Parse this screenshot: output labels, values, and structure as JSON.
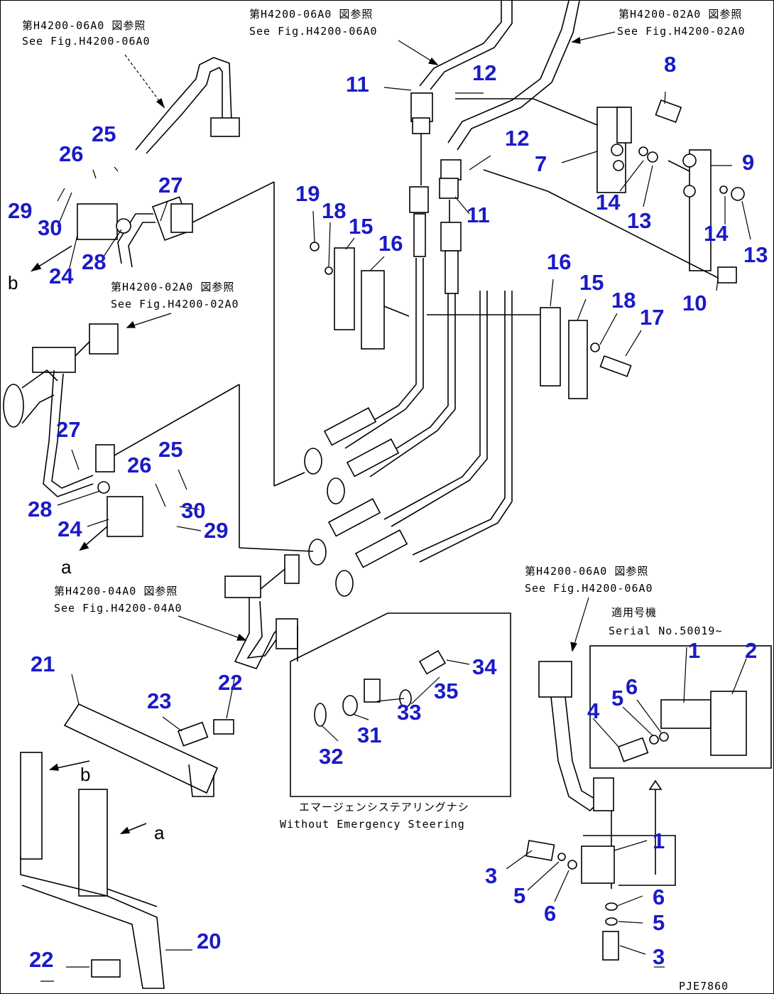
{
  "refs": [
    {
      "jp": "第H4200-06A0 図参照",
      "en": "See Fig.H4200-06A0"
    },
    {
      "jp": "第H4200-06A0 図参照",
      "en": "See Fig.H4200-06A0"
    },
    {
      "jp": "第H4200-02A0 図参照",
      "en": "See Fig.H4200-02A0"
    },
    {
      "jp": "第H4200-02A0 図参照",
      "en": "See Fig.H4200-02A0"
    },
    {
      "jp": "第H4200-04A0 図参照",
      "en": "See Fig.H4200-04A0"
    },
    {
      "jp": "第H4200-06A0 図参照",
      "en": "See Fig.H4200-06A0"
    }
  ],
  "serial": {
    "jp": "適用号機",
    "en": "Serial No.50019~"
  },
  "without_es": {
    "jp": "エマージェンシステアリングナシ",
    "en": "Without Emergency Steering"
  },
  "letters": {
    "a": "a",
    "b": "b"
  },
  "drawing_code": "PJE7860",
  "callouts": [
    "1",
    "1",
    "2",
    "3",
    "3",
    "4",
    "5",
    "5",
    "5",
    "6",
    "6",
    "6",
    "7",
    "8",
    "9",
    "10",
    "11",
    "11",
    "12",
    "12",
    "13",
    "13",
    "14",
    "14",
    "15",
    "15",
    "16",
    "16",
    "17",
    "18",
    "18",
    "19",
    "20",
    "21",
    "22",
    "22",
    "23",
    "24",
    "24",
    "25",
    "25",
    "26",
    "26",
    "27",
    "27",
    "28",
    "28",
    "29",
    "29",
    "30",
    "30",
    "31",
    "32",
    "33",
    "34",
    "35"
  ]
}
